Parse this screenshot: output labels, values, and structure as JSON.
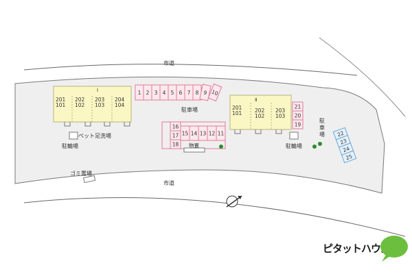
{
  "roads": {
    "top_label": "市道",
    "bottom_label": "市道"
  },
  "areas": {
    "parking_main": "駐車場",
    "parking_right": "駐車場",
    "bike_left": "駐輪場",
    "bike_right": "駐輪場",
    "pet_wash": "ペット足洗場",
    "garbage": "ゴミ置場",
    "storage": "物置"
  },
  "buildings": [
    {
      "numeral": "Ⅰ",
      "units": [
        {
          "upper": "201",
          "lower": "101"
        },
        {
          "upper": "202",
          "lower": "102"
        },
        {
          "upper": "203",
          "lower": "103"
        },
        {
          "upper": "204",
          "lower": "104"
        }
      ]
    },
    {
      "numeral": "Ⅱ",
      "units": [
        {
          "upper": "201",
          "lower": "101"
        },
        {
          "upper": "202",
          "lower": "102"
        },
        {
          "upper": "203",
          "lower": "103"
        }
      ]
    }
  ],
  "parking_spaces": {
    "top_row": [
      "1",
      "2",
      "3",
      "4",
      "5",
      "6",
      "7",
      "8",
      "9",
      "10"
    ],
    "left_block": [
      "16",
      "17",
      "18"
    ],
    "middle_row": [
      "15",
      "14",
      "13",
      "12",
      "11"
    ],
    "right_column": [
      "21",
      "20",
      "19"
    ],
    "blue_column": [
      "22",
      "23",
      "24",
      "25"
    ]
  },
  "colors": {
    "building_fill": "#fbf7c4",
    "building_stroke": "#b9b27a",
    "parking_pink_fill": "#fde8ee",
    "parking_pink_stroke": "#e07a98",
    "parking_blue_fill": "#e4f1fb",
    "parking_blue_stroke": "#6aa5d6",
    "site_fill": "#efefef",
    "tree_green": "#2e8b2e",
    "logo_green": "#6cbf3e"
  },
  "logo": {
    "text": "ピタットハウス"
  },
  "icons": {
    "north": "compass-north-icon"
  }
}
